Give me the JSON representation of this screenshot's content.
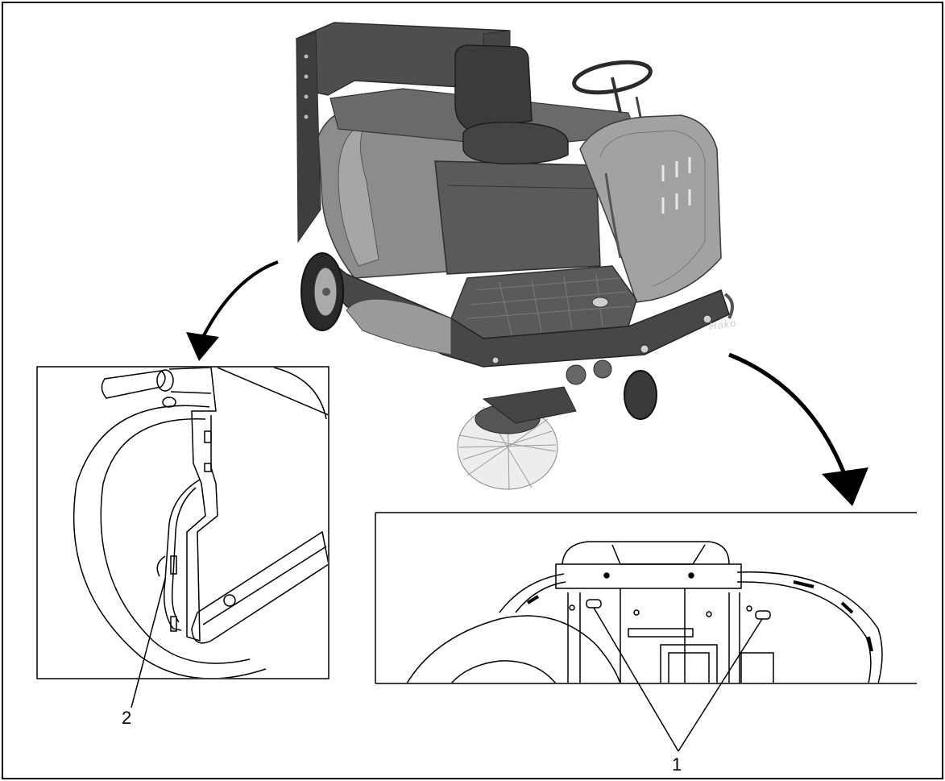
{
  "callouts": {
    "left_detail_label": "2",
    "right_detail_label": "1"
  },
  "machine": {
    "logo": "Hako"
  },
  "colors": {
    "line": "#000000",
    "body_dark": "#555555",
    "body_mid": "#8a8a8a",
    "body_light": "#b5b5b5",
    "background": "#ffffff"
  }
}
